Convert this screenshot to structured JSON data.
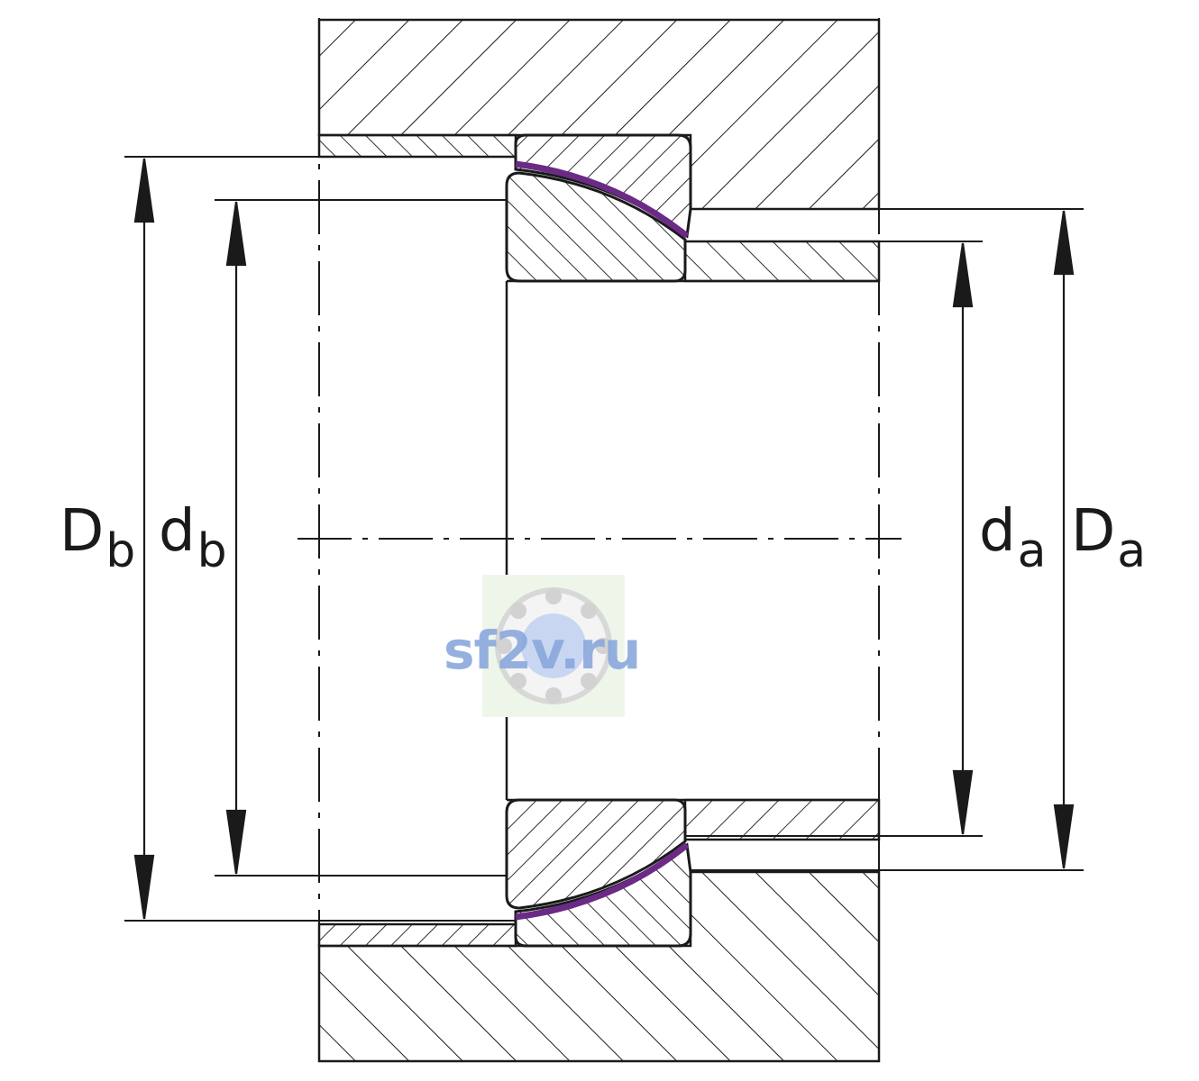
{
  "diagram": {
    "labels": {
      "Db": {
        "main": "D",
        "sub": "b"
      },
      "db": {
        "main": "d",
        "sub": "b"
      },
      "da": {
        "main": "d",
        "sub": "a"
      },
      "Da": {
        "main": "D",
        "sub": "a"
      }
    },
    "colors": {
      "line": "#1a1a1a",
      "ptfe_liner": "#6a2a85",
      "watermark_bg": "#eef6ea",
      "watermark_text": "#8aa8dc"
    },
    "watermark": {
      "text": "sf2v.ru",
      "icon": "bearing-icon"
    }
  }
}
